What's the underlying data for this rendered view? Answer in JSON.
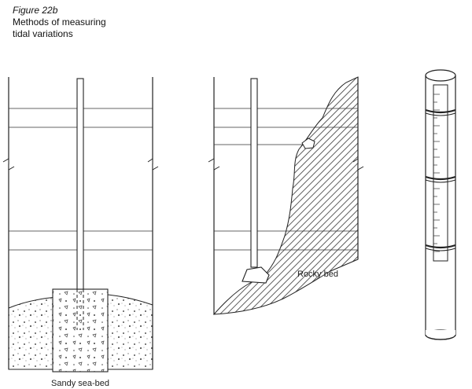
{
  "caption": {
    "figure_label": "Figure 22b",
    "line1": "Methods of measuring",
    "line2": "tidal variations"
  },
  "labels": {
    "sandy": "Sandy sea-bed",
    "rocky": "Rocky bed"
  },
  "colors": {
    "ink": "#222222",
    "background": "#ffffff"
  }
}
